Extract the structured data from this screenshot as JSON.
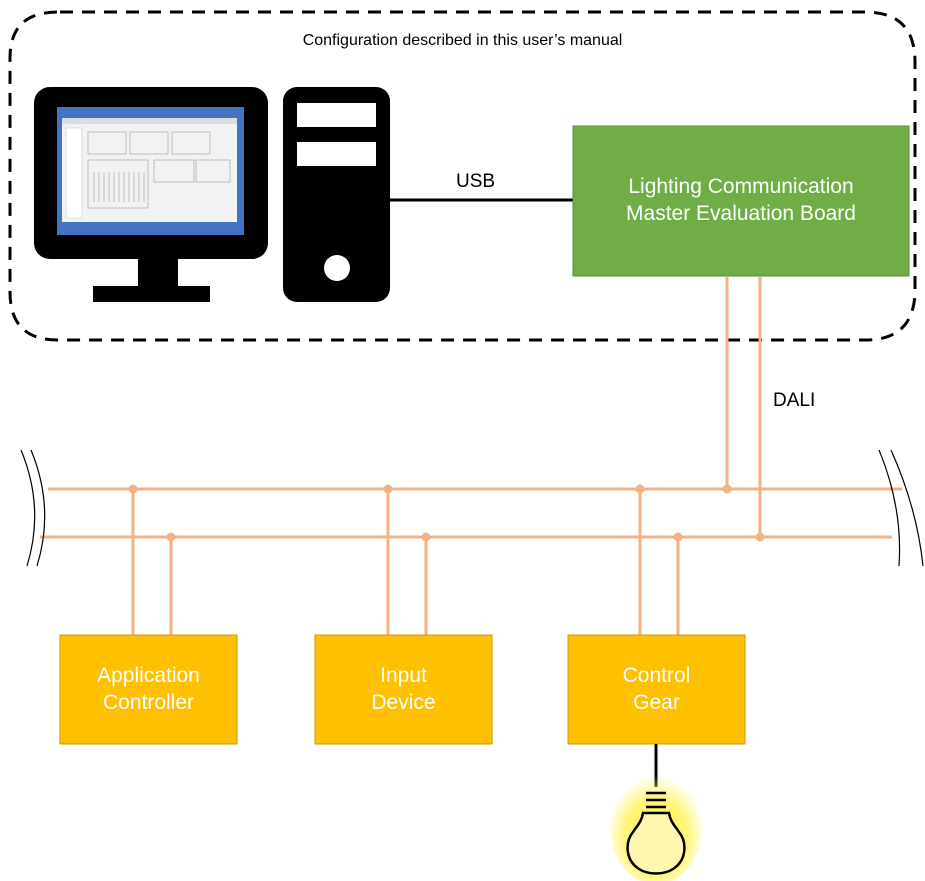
{
  "diagram": {
    "caption": "Configuration described in this user’s manual",
    "usb_label": "USB",
    "dali_label": "DALI",
    "master_board": {
      "line1": "Lighting Communication",
      "line2": "Master Evaluation Board",
      "color": "#70AD47"
    },
    "devices": [
      {
        "line1": "Application",
        "line2": "Controller"
      },
      {
        "line1": "Input",
        "line2": "Device"
      },
      {
        "line1": "Control",
        "line2": "Gear"
      }
    ],
    "colors": {
      "device_box": "#FFC000",
      "bus_line": "#F4B183",
      "monitor_screen": "#4472C4",
      "lamp_glow": "#FFF35A"
    }
  }
}
